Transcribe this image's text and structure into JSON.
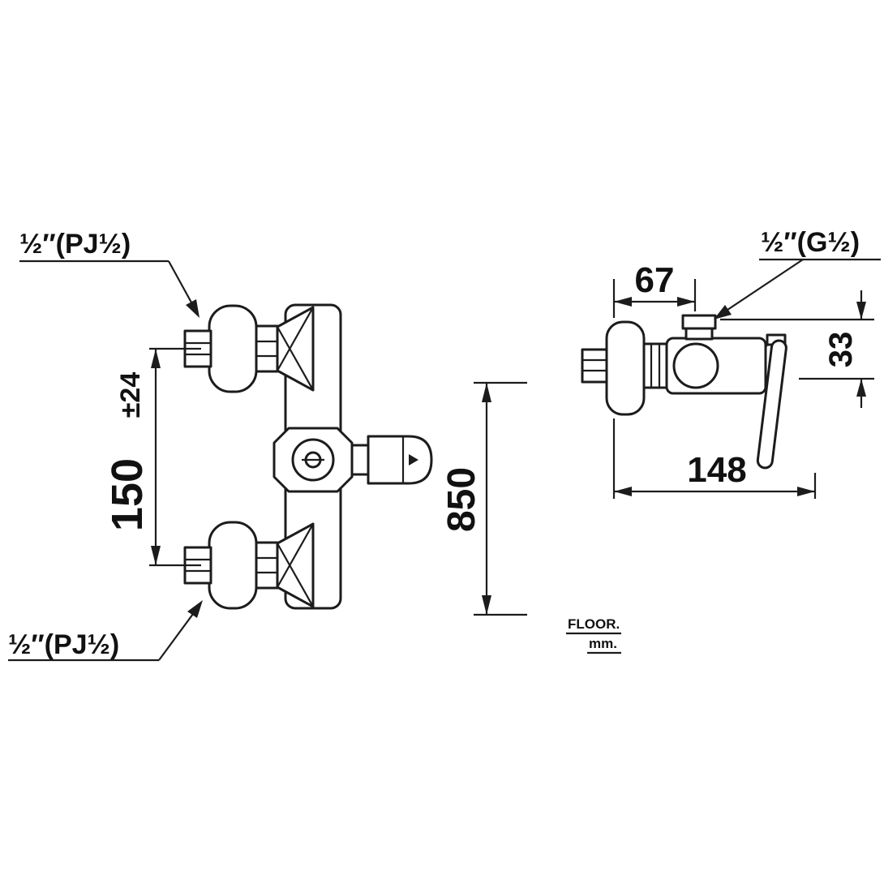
{
  "page": {
    "background": "#ffffff",
    "ink": "#1c1c1c"
  },
  "front_view": {
    "label_top_connection": "½″(PJ½)",
    "label_bottom_connection": "½″(PJ½)",
    "dim_inlet_spacing": "150",
    "dim_inlet_spacing_tolerance": "±24"
  },
  "side_view": {
    "label_outlet_connection": "½″(G½)",
    "dim_wall_depth": "67",
    "dim_port_height": "33",
    "dim_total_width": "148",
    "dim_mounting_height": "850",
    "floor_note": "FLOOR.",
    "units_note": "mm."
  }
}
